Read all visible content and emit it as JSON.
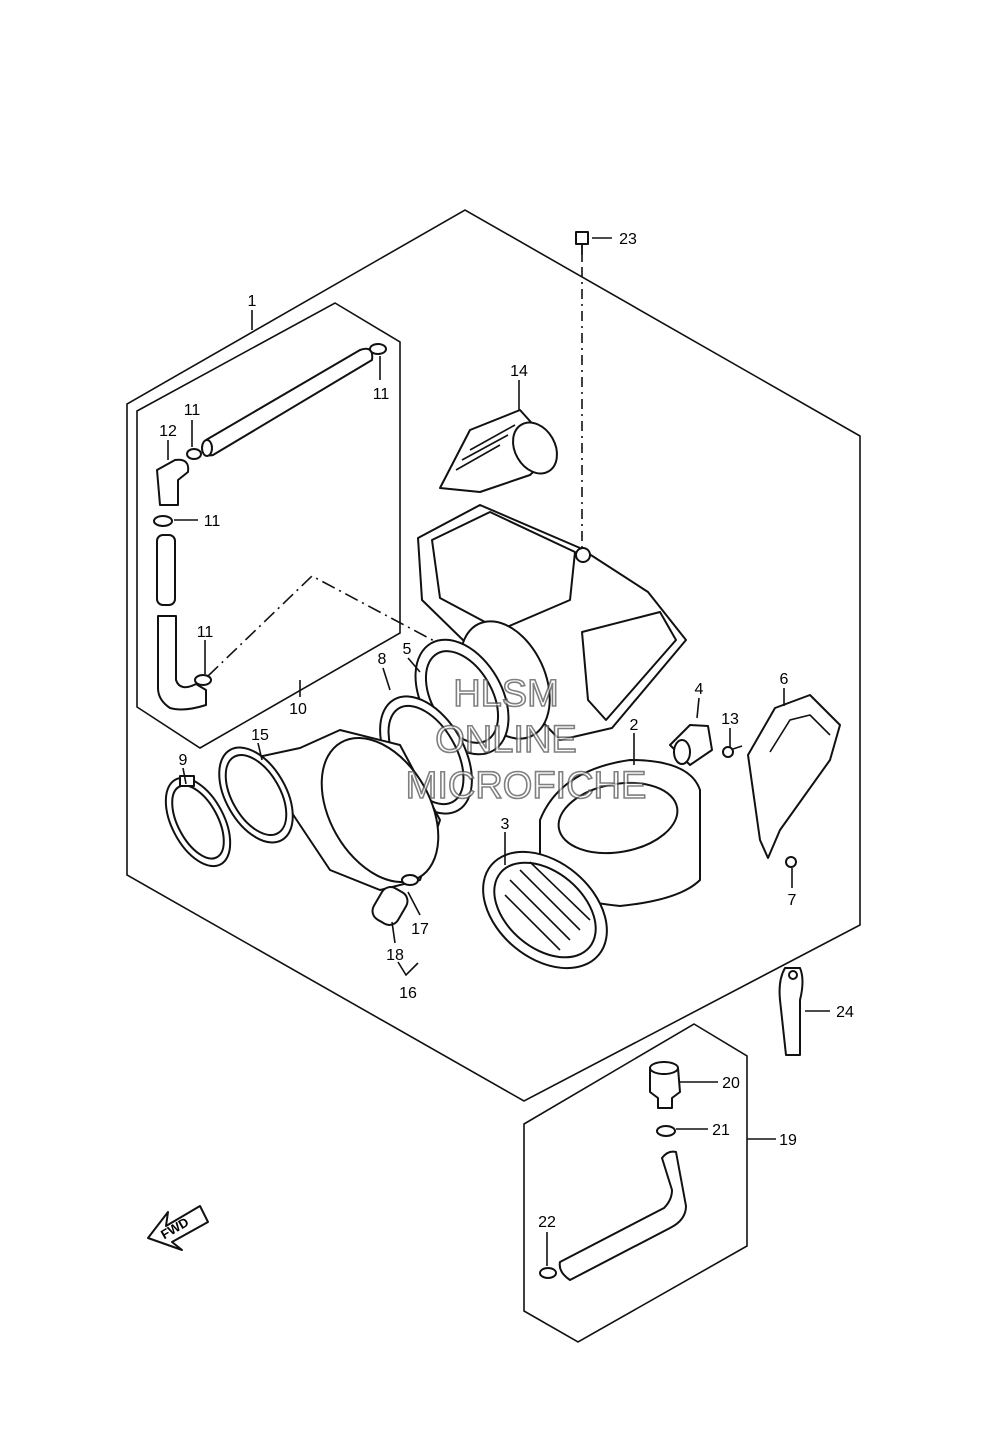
{
  "diagram": {
    "callouts": {
      "c1": "1",
      "c2": "2",
      "c3": "3",
      "c4": "4",
      "c5": "5",
      "c6": "6",
      "c7": "7",
      "c8": "8",
      "c9": "9",
      "c10": "10",
      "c11a": "11",
      "c11b": "11",
      "c11c": "11",
      "c11d": "11",
      "c12": "12",
      "c13": "13",
      "c14": "14",
      "c15": "15",
      "c16": "16",
      "c17": "17",
      "c18": "18",
      "c19": "19",
      "c20": "20",
      "c21": "21",
      "c22": "22",
      "c23": "23",
      "c24": "24"
    },
    "fwd_arrow_label": "FWD",
    "watermark": {
      "line1": "HLSM",
      "line2": "ONLINE",
      "line3": "MICROFICHE"
    }
  }
}
